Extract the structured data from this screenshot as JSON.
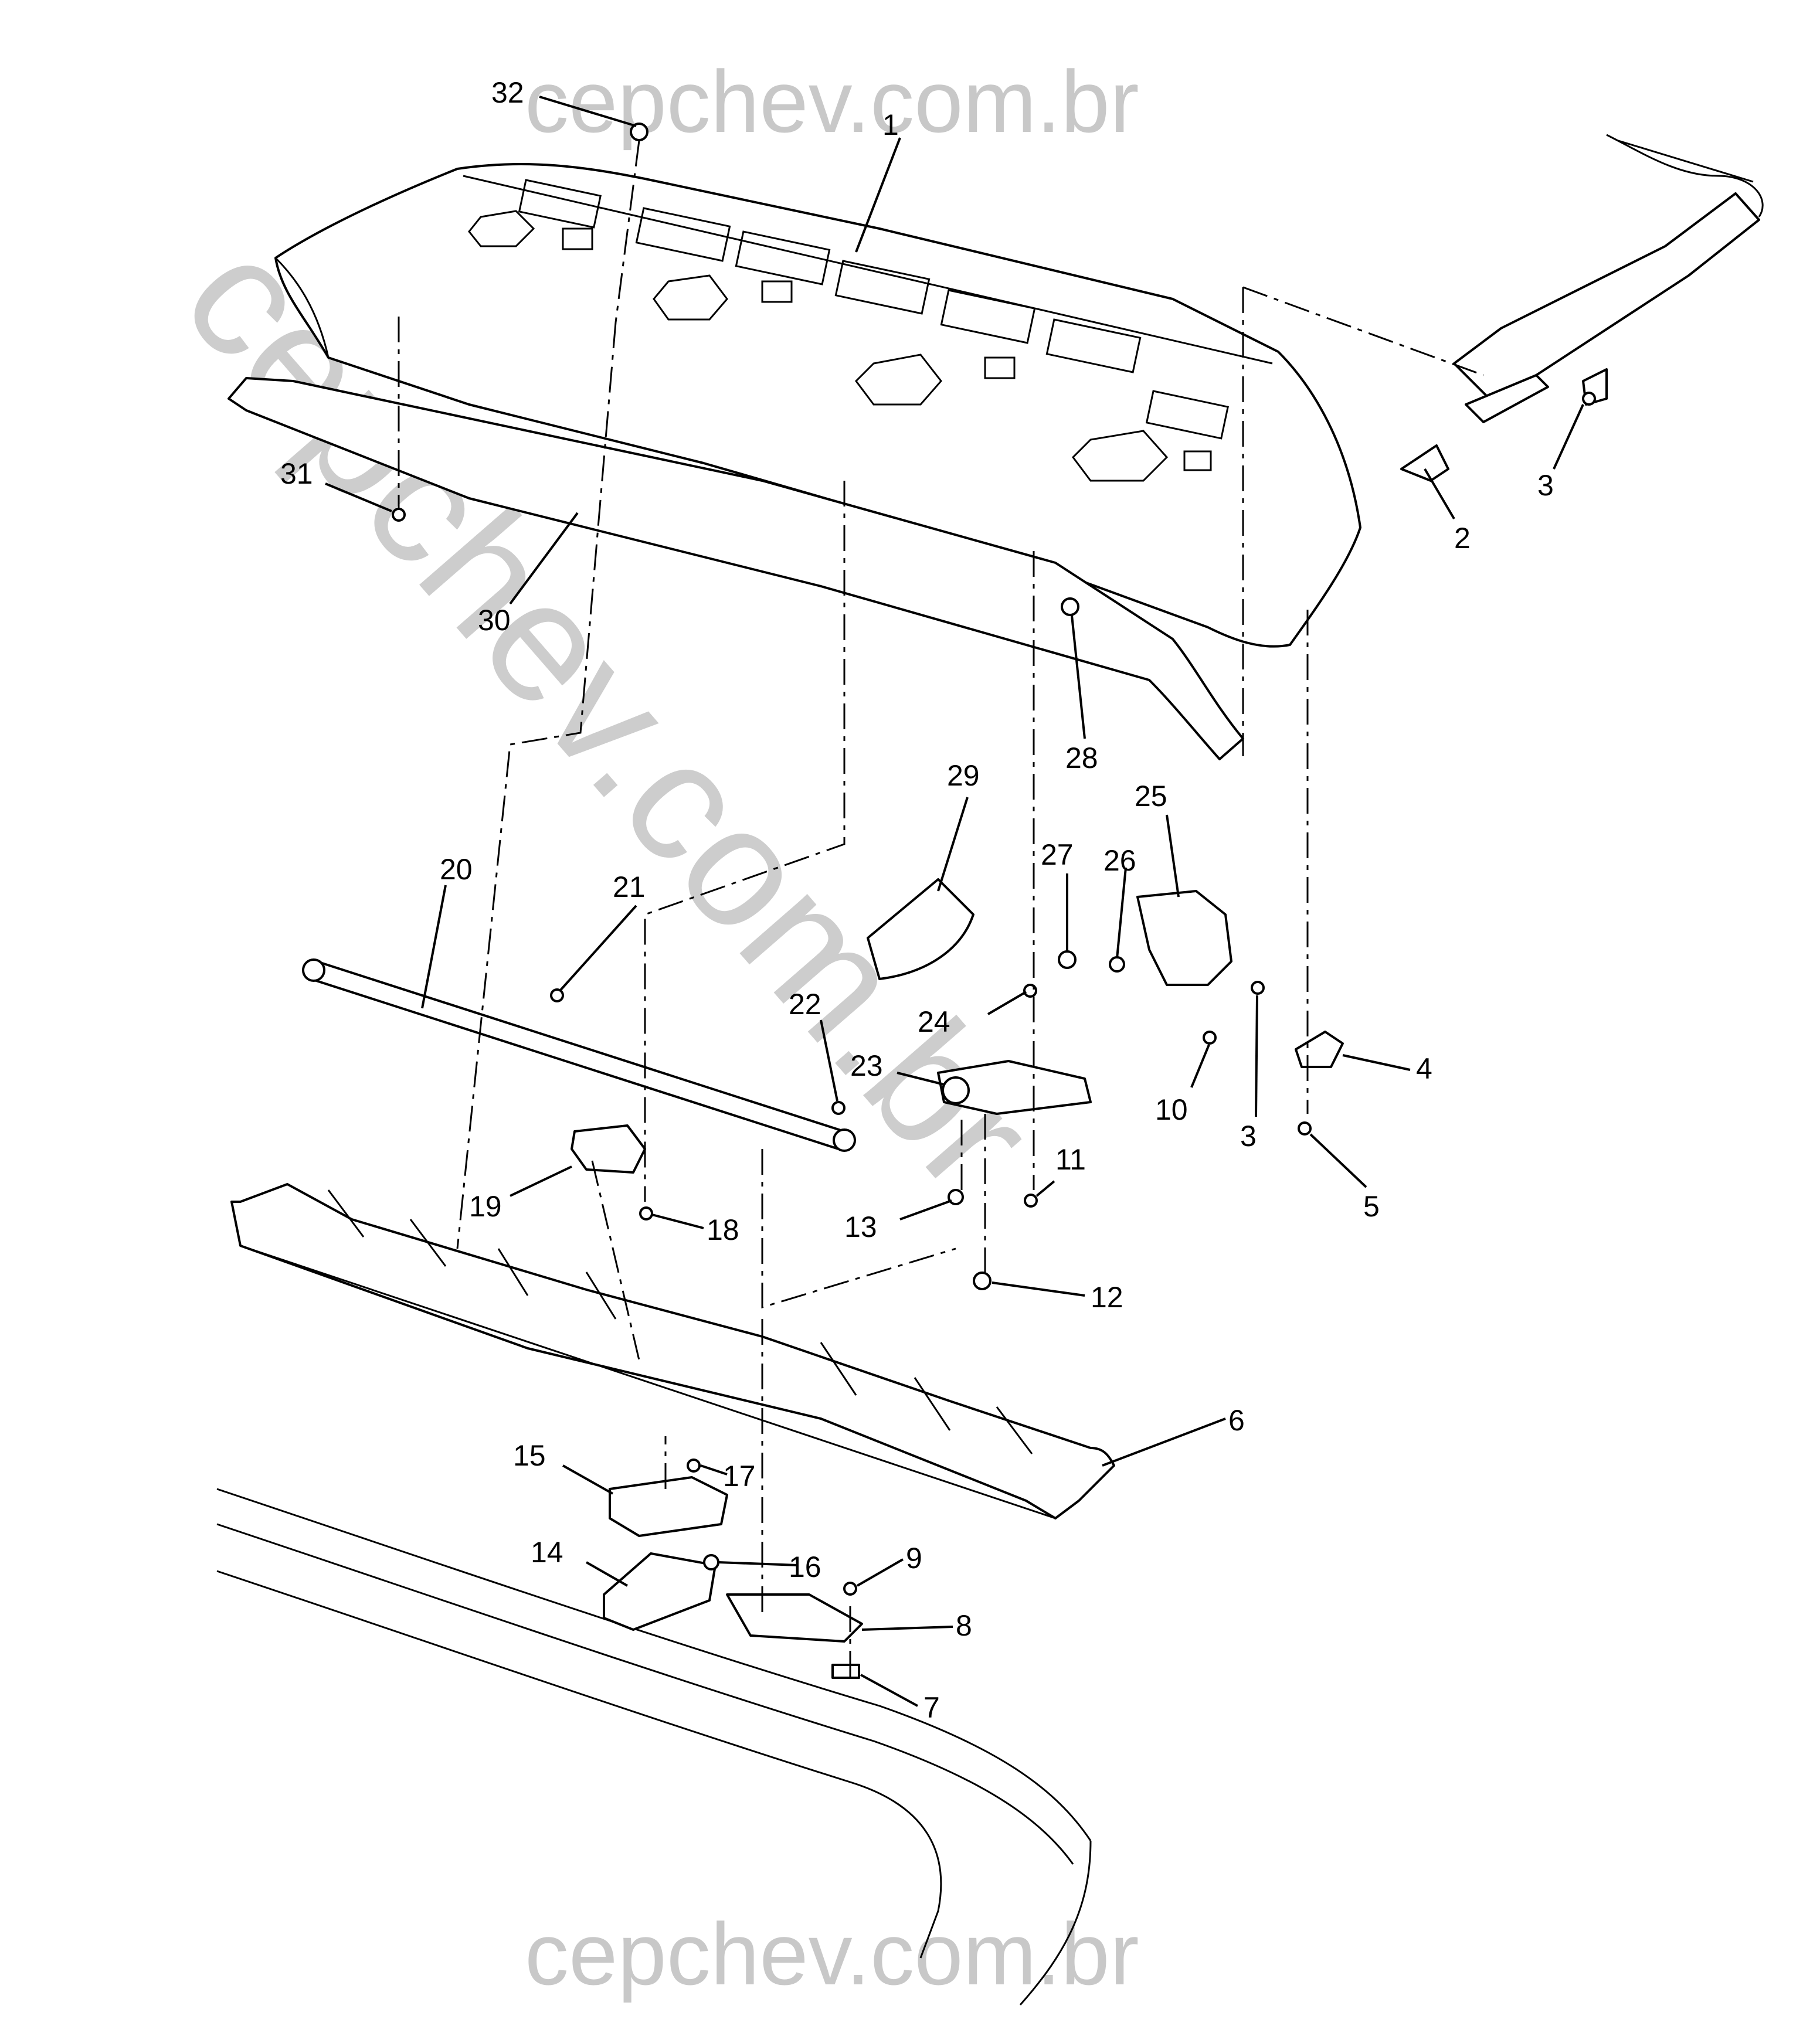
{
  "watermark": {
    "top": "cepchev.com.br",
    "diagonal": "cepchev.com.br",
    "bottom": "cepchev.com.br"
  },
  "callouts": [
    "1",
    "2",
    "3",
    "3",
    "4",
    "5",
    "6",
    "7",
    "8",
    "9",
    "10",
    "11",
    "12",
    "13",
    "14",
    "15",
    "16",
    "17",
    "18",
    "19",
    "20",
    "21",
    "22",
    "23",
    "24",
    "25",
    "26",
    "27",
    "28",
    "29",
    "30",
    "31",
    "32"
  ]
}
